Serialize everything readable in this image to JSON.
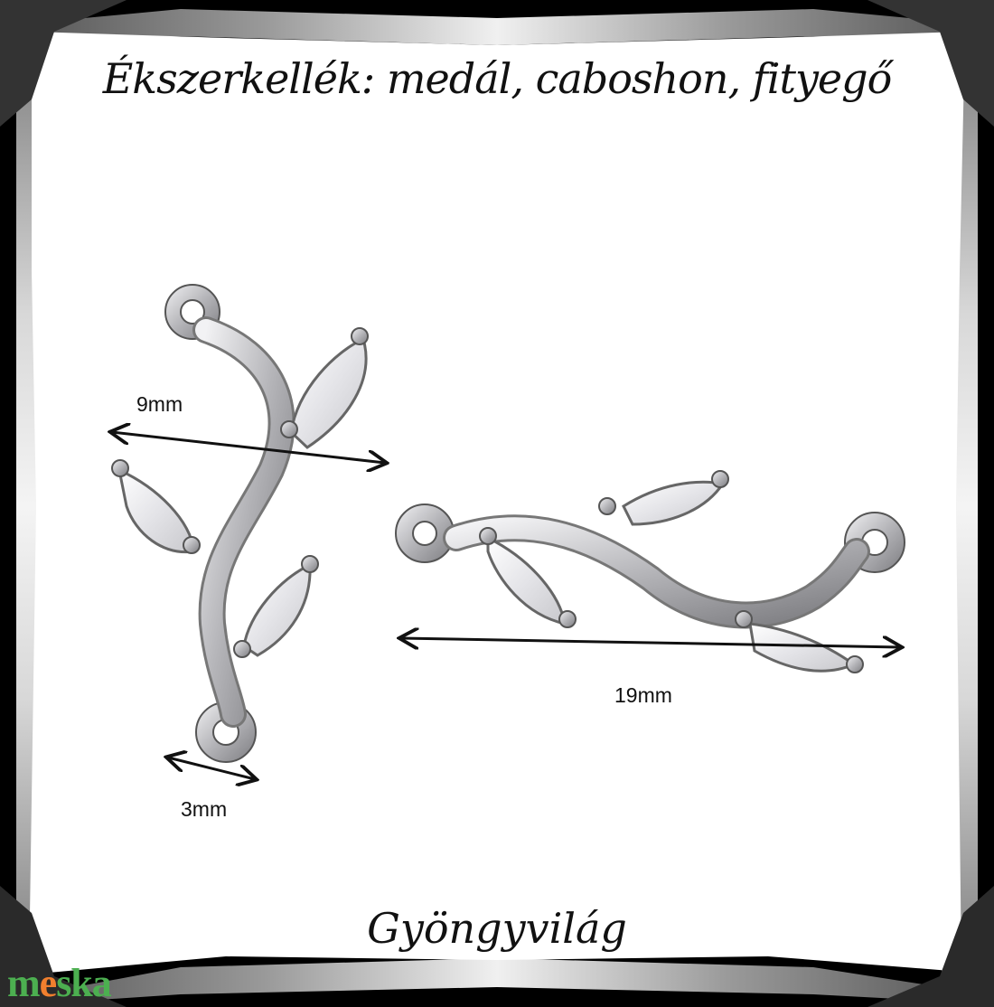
{
  "title": "Ékszerkellék: medál, caboshon, fityegő",
  "brand": "Gyöngyvilág",
  "watermark": {
    "prefix": "m",
    "accent": "e",
    "suffix": "ska",
    "color_main": "#4caf50",
    "color_accent": "#f07f2e"
  },
  "product": {
    "name": "silver leaf branch connector pendant",
    "vertical_view": {
      "width_label": "9mm",
      "ring_label": "3mm"
    },
    "horizontal_view": {
      "length_label": "19mm"
    }
  },
  "colors": {
    "background": "#ffffff",
    "frame_dark": "#000000",
    "frame_silver": "#c8c8c8",
    "metal": "#b8b8bc",
    "text": "#111111"
  }
}
